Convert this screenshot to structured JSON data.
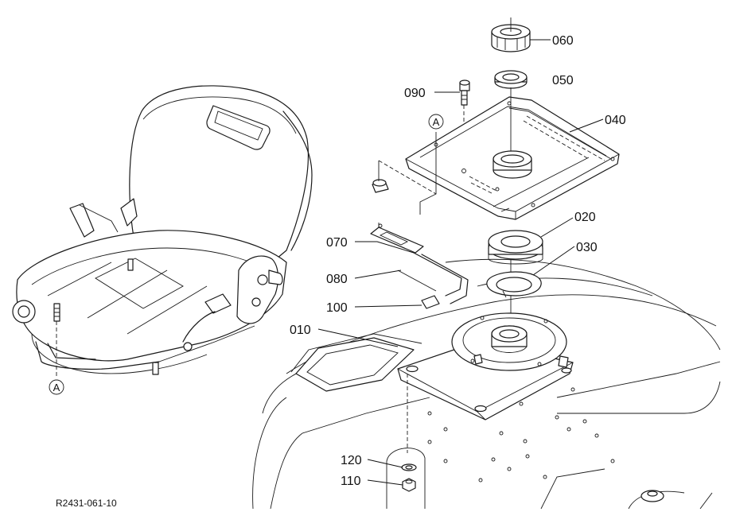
{
  "diagram": {
    "part_labels": {
      "p060": "060",
      "p050": "050",
      "p090": "090",
      "p040": "040",
      "p020": "020",
      "p030": "030",
      "p070": "070",
      "p080": "080",
      "p100": "100",
      "p010": "010",
      "p120": "120",
      "p110": "110"
    },
    "callout_a": "A",
    "reference_code": "R2431-061-10"
  }
}
